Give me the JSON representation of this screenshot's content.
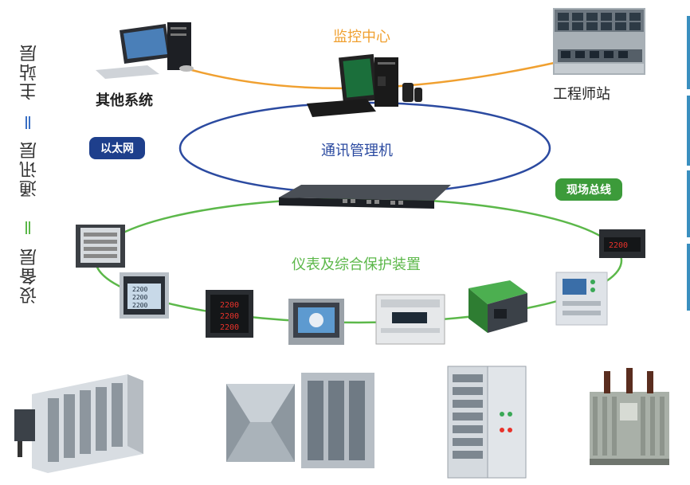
{
  "layers": {
    "main_station": "主站层",
    "communication": "通讯层",
    "device": "设备层"
  },
  "nodes": {
    "other_systems": "其他系统",
    "monitoring_center": "监控中心",
    "engineer_station": "工程师站",
    "comm_manager": "通讯管理机",
    "meters_protection": "仪表及综合保护装置"
  },
  "tags": {
    "ethernet": "以太网",
    "fieldbus": "现场总线"
  },
  "meters": {
    "m1_readings": [
      "2200",
      "2200",
      "2200"
    ],
    "m2_readings": [
      "2200",
      "2200",
      "2200"
    ],
    "m3_reading": "2200"
  },
  "colors": {
    "main_ring": "#f0a030",
    "ethernet_ring": "#2b4aa0",
    "fieldbus_ring": "#5cb84a",
    "monitor_label": "#f0a030",
    "ethernet_tag": "#1e3f8c",
    "fieldbus_tag": "#3c9b3a",
    "sep_blue": "#3a6fc4",
    "sep_green": "#5cb84a"
  }
}
